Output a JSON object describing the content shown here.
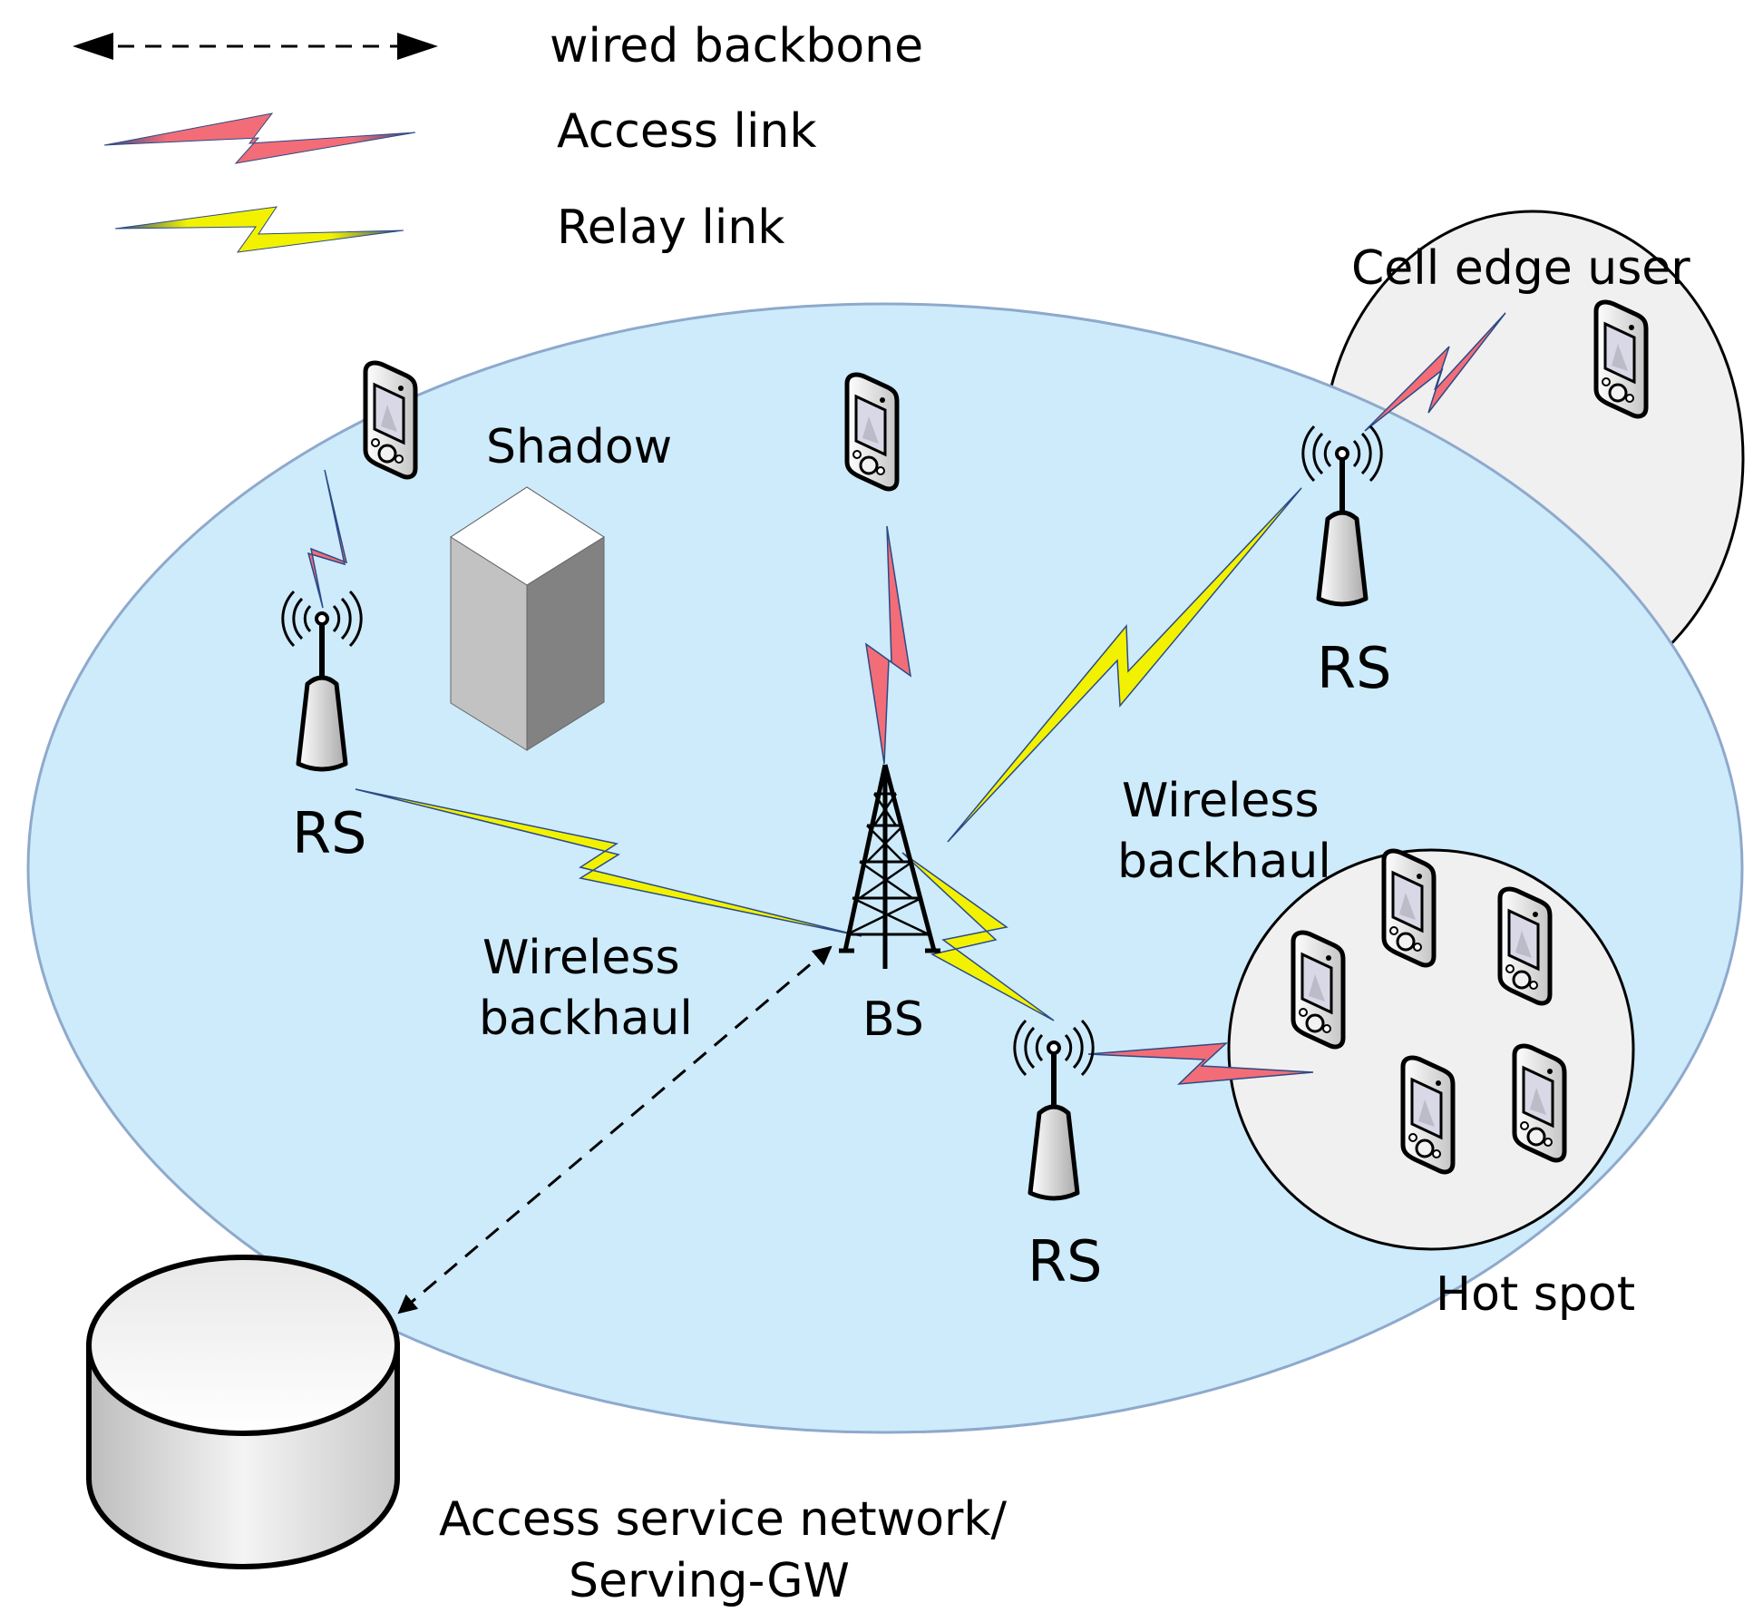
{
  "legend": {
    "wired": "wired backbone",
    "access": "Access link",
    "relay": "Relay link"
  },
  "labels": {
    "cell_edge_user": "Cell edge user",
    "shadow": "Shadow",
    "rs_left": "RS",
    "rs_right": "RS",
    "rs_bottom": "RS",
    "bs": "BS",
    "wireless_backhaul_left_1": "Wireless",
    "wireless_backhaul_left_2": "backhaul",
    "wireless_backhaul_right_1": "Wireless",
    "wireless_backhaul_right_2": "backhaul",
    "hot_spot": "Hot spot",
    "asn_1": "Access service network/",
    "asn_2": "Serving-GW"
  },
  "colors": {
    "cell_fill": "#cdebfb",
    "cell_stroke": "#8ea9cc",
    "zone_fill": "#f0f0f0",
    "access_link": "#f26d78",
    "relay_link": "#f2f200",
    "link_edge": "#2c4a86"
  },
  "icons": [
    "handheld-device-icon",
    "relay-station-icon",
    "base-station-tower-icon",
    "building-block-icon",
    "database-cylinder-icon"
  ]
}
